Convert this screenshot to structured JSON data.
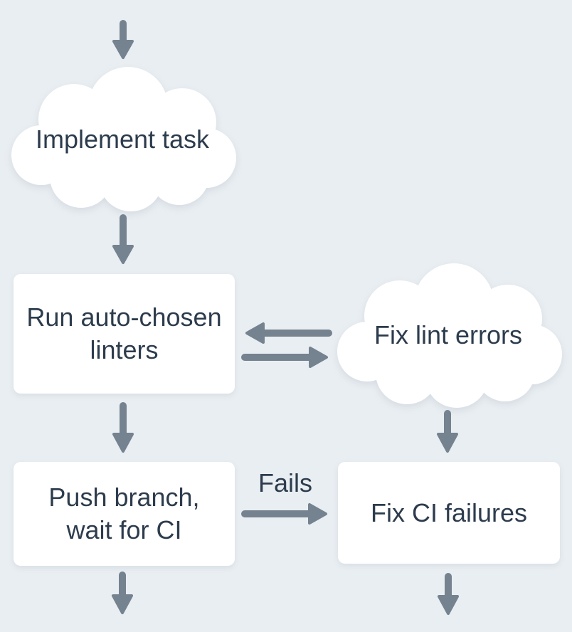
{
  "diagram": {
    "palette": {
      "background": "#e9eef2",
      "node_fill": "#ffffff",
      "arrow": "#75828f",
      "text": "#2d3c4d"
    },
    "nodes": {
      "implement_task": {
        "shape": "cloud",
        "label": "Implement task"
      },
      "run_linters": {
        "shape": "rect",
        "lines": [
          "Run auto-chosen",
          "linters"
        ]
      },
      "fix_lint_errors": {
        "shape": "cloud",
        "label": "Fix lint errors"
      },
      "push_branch": {
        "shape": "rect",
        "lines": [
          "Push branch,",
          "wait for CI"
        ]
      },
      "fix_ci_failures": {
        "shape": "rect",
        "label": "Fix CI failures"
      }
    },
    "edges": [
      {
        "from": "start",
        "to": "implement_task",
        "label": ""
      },
      {
        "from": "implement_task",
        "to": "run_linters",
        "label": ""
      },
      {
        "from": "fix_lint_errors",
        "to": "run_linters",
        "label": ""
      },
      {
        "from": "run_linters",
        "to": "fix_lint_errors",
        "label": ""
      },
      {
        "from": "run_linters",
        "to": "push_branch",
        "label": ""
      },
      {
        "from": "fix_lint_errors",
        "to": "fix_ci_failures",
        "label": ""
      },
      {
        "from": "push_branch",
        "to": "fix_ci_failures",
        "label": "Fails"
      },
      {
        "from": "push_branch",
        "to": "continue",
        "label": ""
      },
      {
        "from": "fix_ci_failures",
        "to": "continue",
        "label": ""
      }
    ]
  }
}
